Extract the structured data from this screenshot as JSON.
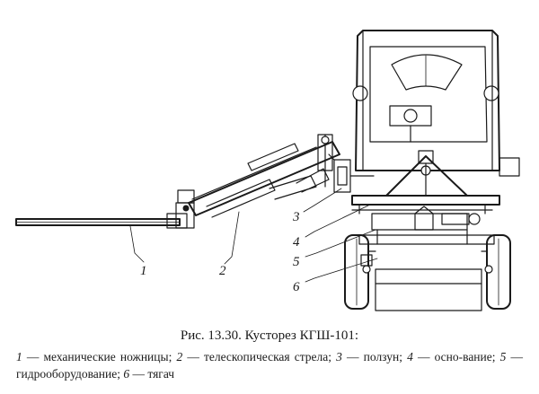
{
  "caption": {
    "title": "Рис. 13.30. Кусторез КГШ-101:",
    "legend": [
      {
        "num": "1",
        "text": " — механические ножницы; "
      },
      {
        "num": "2",
        "text": " — телескопическая стрела; "
      },
      {
        "num": "3",
        "text": " — ползун; "
      },
      {
        "num": "4",
        "text": " — осно-вание; "
      },
      {
        "num": "5",
        "text": " — гидрооборудование; "
      },
      {
        "num": "6",
        "text": " — тягач"
      }
    ]
  },
  "callouts": [
    "1",
    "2",
    "3",
    "4",
    "5",
    "6"
  ]
}
